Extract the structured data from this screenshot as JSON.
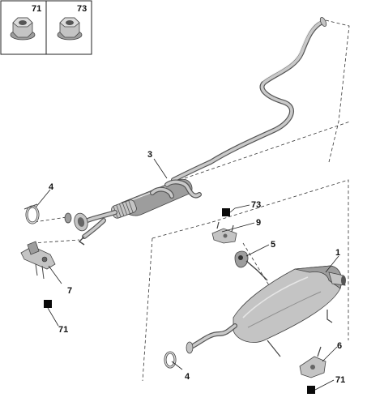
{
  "legend": {
    "items": [
      {
        "ref": "71",
        "icon": "flange-nut-icon"
      },
      {
        "ref": "73",
        "icon": "flange-nut-icon"
      }
    ]
  },
  "callouts": {
    "front_pipe": "3",
    "rear_silencer": "1",
    "clamp_front": "4",
    "clamp_rear": "4",
    "hanger_front": "7",
    "hanger_mid": "9",
    "rubber_mount": "5",
    "hanger_rear": "6",
    "nut_front": "71",
    "nut_mid": "73",
    "nut_rear": "71"
  },
  "colors": {
    "line": "#222222",
    "part_fill": "#c4c4c4",
    "marker": "#0a0a0a"
  }
}
